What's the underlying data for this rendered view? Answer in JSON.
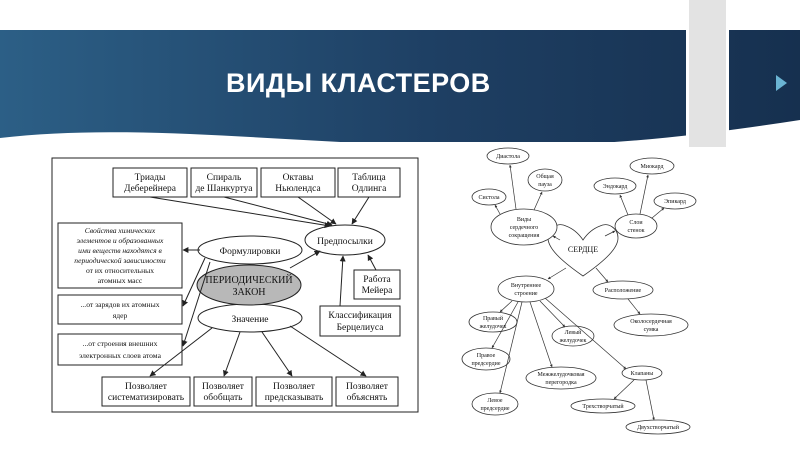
{
  "slide": {
    "title": "ВИДЫ КЛАСТЕРОВ"
  },
  "left_cluster": {
    "center": [
      "ПЕРИОДИЧЕСКИЙ",
      "ЗАКОН"
    ],
    "formulations": "Формулировки",
    "meaning": "Значение",
    "prerequisites": "Предпосылки",
    "top_boxes": [
      [
        "Триады",
        "Деберейнера"
      ],
      [
        "Спираль",
        "де Шанкуртуа"
      ],
      [
        "Октавы",
        "Ньюлендса"
      ],
      [
        "Таблица",
        "Одлинга"
      ]
    ],
    "right_boxes": [
      [
        "Работа",
        "Мейера"
      ],
      [
        "Классификация",
        "Берцелиуса"
      ]
    ],
    "formulation_boxes": [
      [
        "Свойства химических",
        "элементов и образованных",
        "ими веществ находятся в",
        "периодической зависимости",
        "от их относительных",
        "атомных масс"
      ],
      [
        "...от зарядов их атомных",
        "ядер"
      ],
      [
        "...от строения внешних",
        "электронных слоев атома"
      ]
    ],
    "bottom_boxes": [
      [
        "Позволяет",
        "систематизировать"
      ],
      [
        "Позволяет",
        "обобщать"
      ],
      [
        "Позволяет",
        "предсказывать"
      ],
      [
        "Позволяет",
        "объяснять"
      ]
    ]
  },
  "right_cluster": {
    "heart": "СЕРДЦЕ",
    "types": [
      "Виды",
      "сердечного",
      "сокращения"
    ],
    "diastole": "Диастола",
    "pause": [
      "Общая",
      "пауза"
    ],
    "systole": "Систола",
    "wall_layers": [
      "Слои",
      "стенок"
    ],
    "myocard": "Миокард",
    "endocard": "Эндокард",
    "epicard": "Эпикард",
    "location": "Расположение",
    "pericard": [
      "Околосердечная",
      "сумка"
    ],
    "internal": [
      "Внутреннее",
      "строение"
    ],
    "right_ventricle": [
      "Правый",
      "желудочек"
    ],
    "left_ventricle": [
      "Левый",
      "желудочек"
    ],
    "right_atrium": [
      "Правое",
      "предсердие"
    ],
    "septum": [
      "Межжелудочковая",
      "перегородка"
    ],
    "left_atrium": [
      "Левое",
      "предсердие"
    ],
    "valves": "Клапаны",
    "tricuspid": "Трехстворчатый",
    "bicuspid": "Двухстворчатый"
  }
}
